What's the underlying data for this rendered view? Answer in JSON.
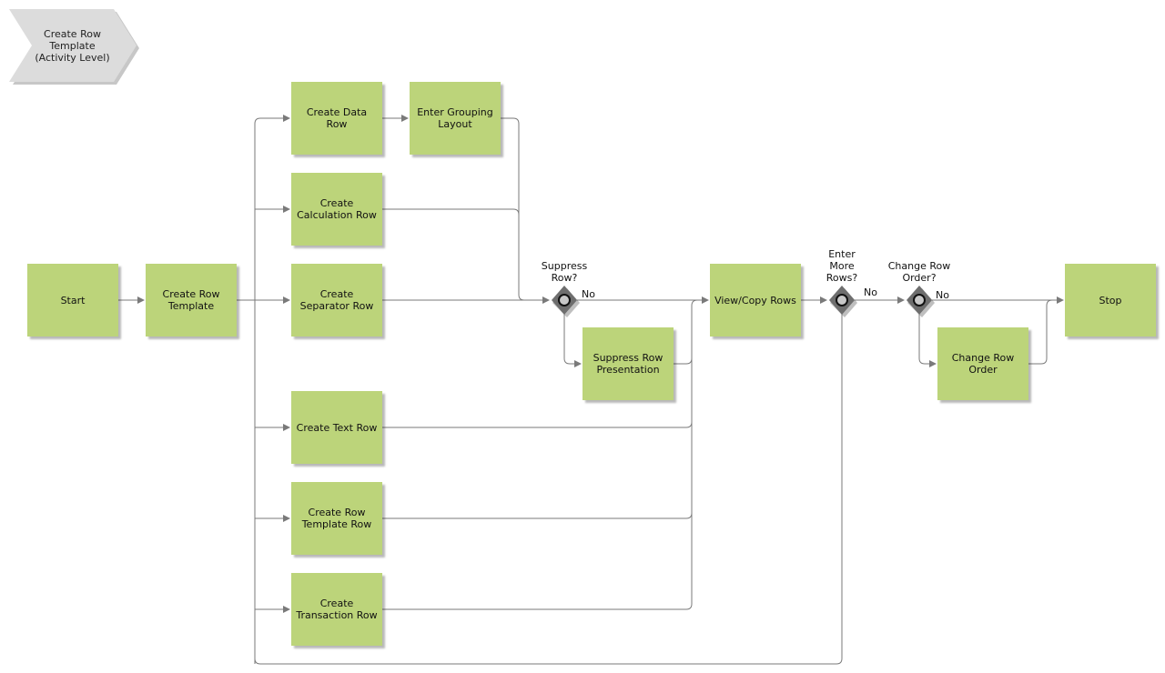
{
  "title": "Create Row\nTemplate\n(Activity Level)",
  "colors": {
    "activity_fill": "#bcd47a",
    "connector": "#7a7a7a",
    "gateway": "#6e6e6e",
    "title_fill": "#dcdcdc"
  },
  "nodes": {
    "start": "Start",
    "create_row_template": "Create Row\nTemplate",
    "create_data_row": "Create Data\nRow",
    "enter_grouping_layout": "Enter Grouping\nLayout",
    "create_calculation_row": "Create\nCalculation Row",
    "create_separator_row": "Create\nSeparator Row",
    "create_text_row": "Create Text Row",
    "create_row_template_row": "Create Row\nTemplate Row",
    "create_transaction_row": "Create\nTransaction Row",
    "suppress_row_presentation": "Suppress Row\nPresentation",
    "view_copy_rows": "View/Copy Rows",
    "change_row_order": "Change Row\nOrder",
    "stop": "Stop"
  },
  "gateways": {
    "suppress_row": "Suppress\nRow?",
    "enter_more_rows": "Enter\nMore\nRows?",
    "change_row_order": "Change Row\nOrder?"
  },
  "edge_labels": {
    "no_1": "No",
    "no_2": "No",
    "no_3": "No"
  }
}
